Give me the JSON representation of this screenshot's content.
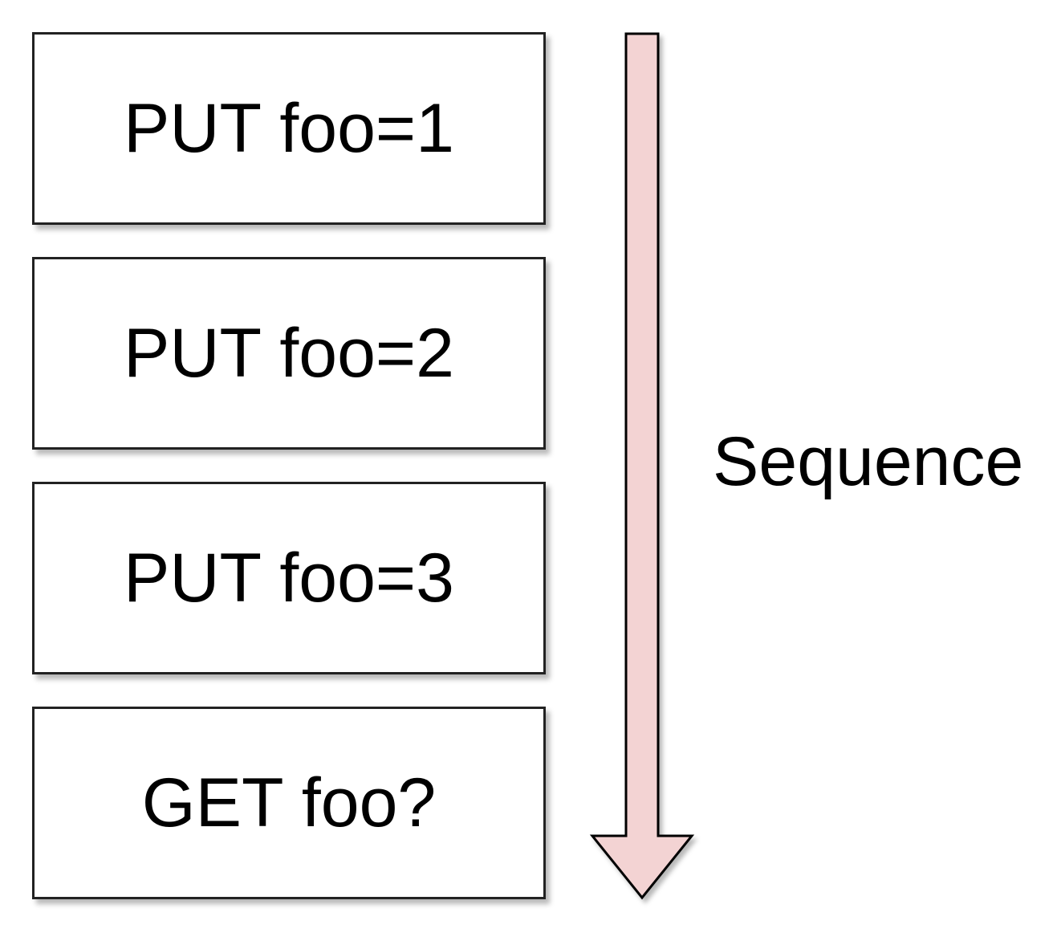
{
  "operations": [
    {
      "label": "PUT foo=1"
    },
    {
      "label": "PUT foo=2"
    },
    {
      "label": "PUT foo=3"
    },
    {
      "label": "GET foo?"
    }
  ],
  "sequence": {
    "label": "Sequence",
    "arrow_fill": "#f3d3d3",
    "arrow_stroke": "#000000"
  }
}
